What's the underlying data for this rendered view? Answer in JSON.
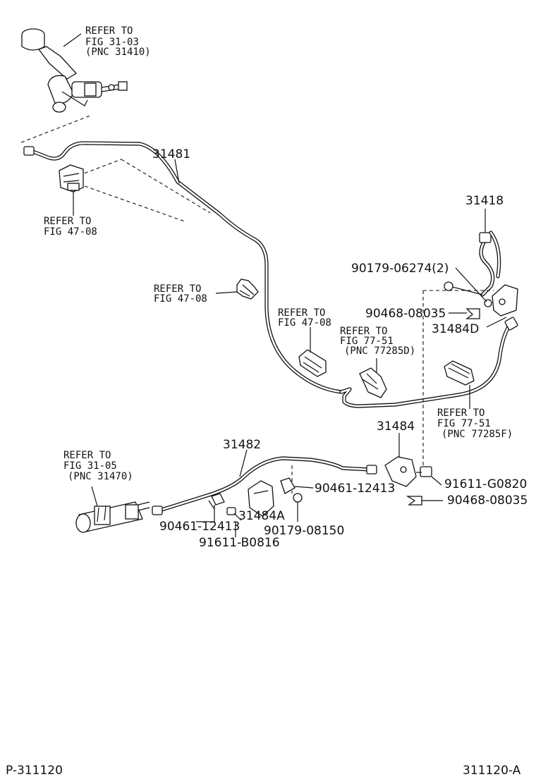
{
  "labels": {
    "ref_3103_a": "REFER TO",
    "ref_3103_b": "FIG 31-03",
    "ref_3103_c": "(PNC 31410)",
    "ref_4708_top_a": "REFER TO",
    "ref_4708_top_b": "FIG 47-08",
    "ref_4708_mid_a": "REFER TO",
    "ref_4708_mid_b": "FIG 47-08",
    "ref_4708_right_a": "REFER TO",
    "ref_4708_right_b": "FIG 47-08",
    "ref_7751d_a": "REFER TO",
    "ref_7751d_b": "FIG 77-51",
    "ref_7751d_c": "(PNC 77285D)",
    "ref_7751f_a": "REFER TO",
    "ref_7751f_b": "FIG 77-51",
    "ref_7751f_c": "(PNC 77285F)",
    "ref_3105_a": "REFER TO",
    "ref_3105_b": "FIG 31-05",
    "ref_3105_c": "(PNC 31470)"
  },
  "parts": {
    "p31481": "31481",
    "p31418": "31418",
    "p9017906274": "90179-06274(2)",
    "p9046808035_top": "90468-08035",
    "p31484d": "31484D",
    "p31484": "31484",
    "p31482": "31482",
    "p9046112413_right": "90461-12413",
    "p91611g0820": "91611-G0820",
    "p9046808035_bot": "90468-08035",
    "p9046112413_left": "90461-12413",
    "p31484a": "31484A",
    "p9017908150": "90179-08150",
    "p91611b0816": "91611-B0816"
  },
  "footer": {
    "left": "P-311120",
    "right": "311120-A"
  }
}
